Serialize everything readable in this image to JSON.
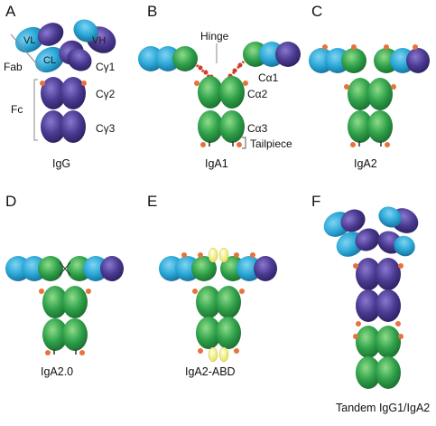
{
  "figure": {
    "panels": [
      {
        "id": "A",
        "label": "A",
        "caption": "IgG"
      },
      {
        "id": "B",
        "label": "B",
        "caption": "IgA1"
      },
      {
        "id": "C",
        "label": "C",
        "caption": "IgA2"
      },
      {
        "id": "D",
        "label": "D",
        "caption": "IgA2.0"
      },
      {
        "id": "E",
        "label": "E",
        "caption": "IgA2-ABD"
      },
      {
        "id": "F",
        "label": "F",
        "caption": "Tandem IgG1/IgA2"
      }
    ],
    "annotations": {
      "vl": "VL",
      "vh": "VH",
      "cl": "CL",
      "fab": "Fab",
      "fc": "Fc",
      "cg1": "Cγ1",
      "cg2": "Cγ2",
      "cg3": "Cγ3",
      "hinge": "Hinge",
      "ca1": "Cα1",
      "ca2": "Cα2",
      "ca3": "Cα3",
      "tailpiece": "Tailpiece"
    },
    "colors": {
      "light_chain_blue": "#2aa7d6",
      "light_chain_teal": "#1e8fb5",
      "heavy_chain_purple": "#4b3a91",
      "iga_green": "#2fa14a",
      "glycan_orange": "#e8733a",
      "hinge_red": "#d23b2a",
      "abd_yellow": "#f4f08a",
      "bracket_gray": "#8a8a8a"
    }
  }
}
